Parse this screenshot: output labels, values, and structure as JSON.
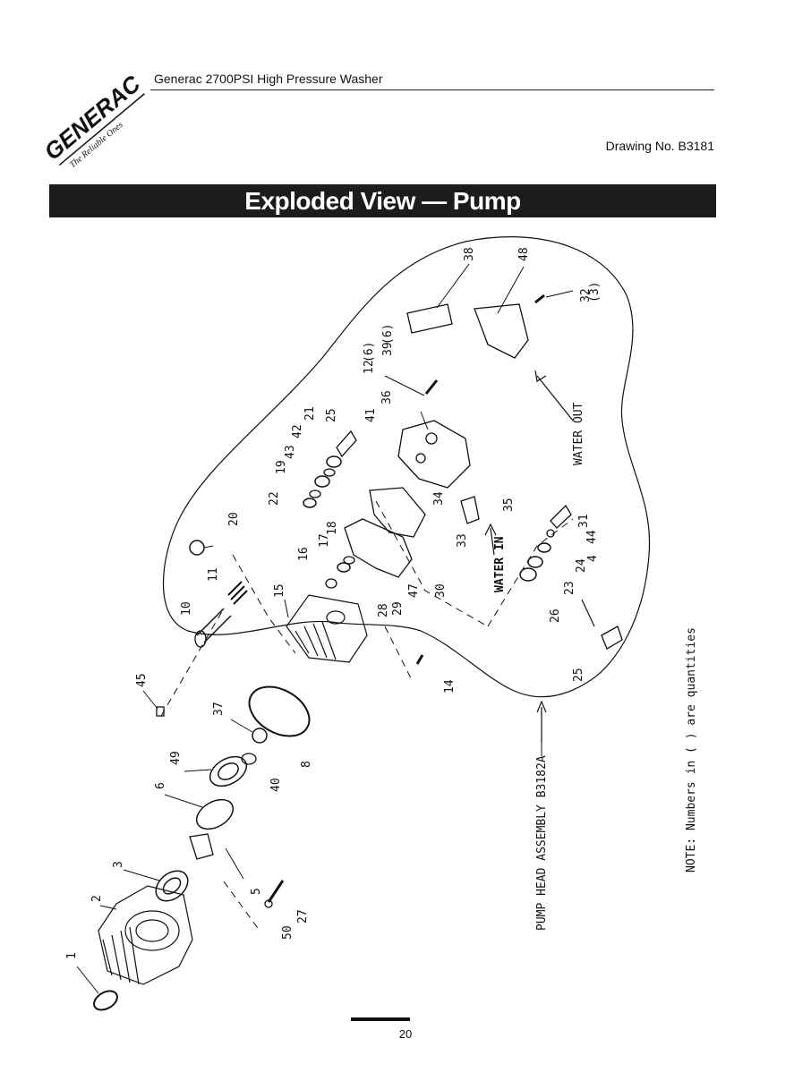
{
  "header": {
    "brand": "GENERAC",
    "tagline": "The Reliable Ones",
    "title": "Generac 2700PSI High Pressure Washer",
    "drawing_number": "Drawing No. B3181"
  },
  "section_title": "Exploded View — Pump",
  "diagram": {
    "callouts": [
      "1",
      "2",
      "3",
      "5",
      "6",
      "49",
      "45",
      "37",
      "40",
      "8",
      "27",
      "50",
      "10",
      "11",
      "20",
      "15",
      "14",
      "16",
      "17",
      "18",
      "22",
      "19",
      "43",
      "42",
      "21",
      "25",
      "41",
      "36",
      "12",
      "(6)",
      "39",
      "(6)",
      "38",
      "48",
      "32",
      "(3)",
      "34",
      "35",
      "33",
      "29",
      "28",
      "47",
      "30",
      "31",
      "44",
      "4",
      "24",
      "23",
      "26",
      "25"
    ],
    "labels": {
      "water_out": "WATER OUT",
      "water_in": "WATER IN",
      "pump_head_assembly": "PUMP HEAD ASSEMBLY B3182A",
      "note": "NOTE: Numbers in (   ) are quantities"
    }
  },
  "footer": {
    "page_number": "20"
  }
}
